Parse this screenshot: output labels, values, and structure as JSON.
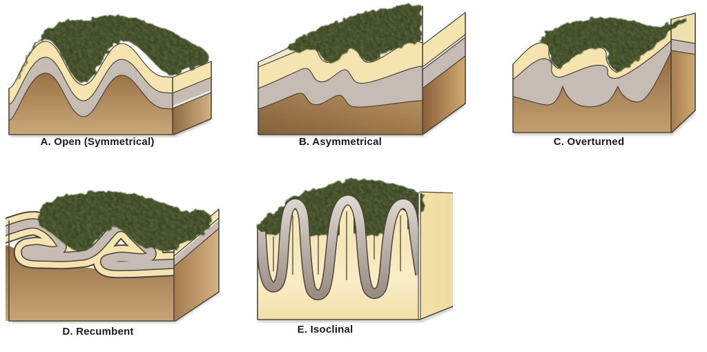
{
  "figure": {
    "panels": [
      {
        "id": "A",
        "label": "A. Open (Symmetrical)"
      },
      {
        "id": "B",
        "label": "B. Asymmetrical"
      },
      {
        "id": "C",
        "label": "C. Overturned"
      },
      {
        "id": "D",
        "label": "D. Recumbent"
      },
      {
        "id": "E",
        "label": "E. Isoclinal"
      }
    ],
    "colors": {
      "background": "#ffffff",
      "outline": "#4a443c",
      "vegetation_dark": "#3a4522",
      "vegetation_light": "#55622f",
      "cream_layer": "#f5e3b0",
      "cream_surface": "#f1e8cd",
      "gray_layer": "#c7bcb4",
      "brown_dark": "#8a613a",
      "brown_mid": "#9c7347",
      "brown_light": "#cbaa7c",
      "label_color": "#1a1a1a"
    }
  }
}
